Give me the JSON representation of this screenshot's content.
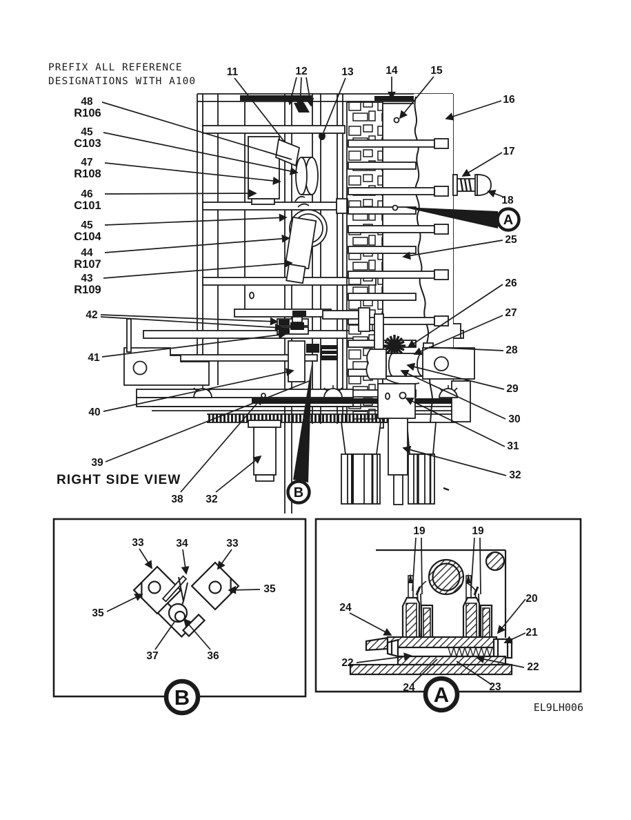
{
  "figure": {
    "prefix_note_line1": "PREFIX ALL REFERENCE",
    "prefix_note_line2": "DESIGNATIONS WITH A100",
    "view_title": "RIGHT SIDE VIEW",
    "figure_code": "EL9LH006"
  },
  "main": {
    "left_refs": [
      {
        "num": "48",
        "des": "R106"
      },
      {
        "num": "45",
        "des": "C103"
      },
      {
        "num": "47",
        "des": "R108"
      },
      {
        "num": "46",
        "des": "C101"
      },
      {
        "num": "45",
        "des": "C104"
      },
      {
        "num": "44",
        "des": "R107"
      },
      {
        "num": "43",
        "des": "R109"
      }
    ],
    "left_nums": [
      "42",
      "41",
      "40",
      "39",
      "38",
      "32"
    ],
    "top_nums": [
      "11",
      "12",
      "13",
      "14",
      "15"
    ],
    "right_nums": [
      "16",
      "17",
      "18",
      "25",
      "26",
      "27",
      "28",
      "29",
      "30",
      "31",
      "32"
    ],
    "badge_a": "A",
    "badge_b": "B"
  },
  "detail_b": {
    "badge": "B",
    "nums": [
      "33",
      "34",
      "33",
      "35",
      "35",
      "37",
      "36"
    ]
  },
  "detail_a": {
    "badge": "A",
    "nums": [
      "19",
      "19",
      "20",
      "24",
      "21",
      "22",
      "22",
      "24",
      "23"
    ]
  }
}
